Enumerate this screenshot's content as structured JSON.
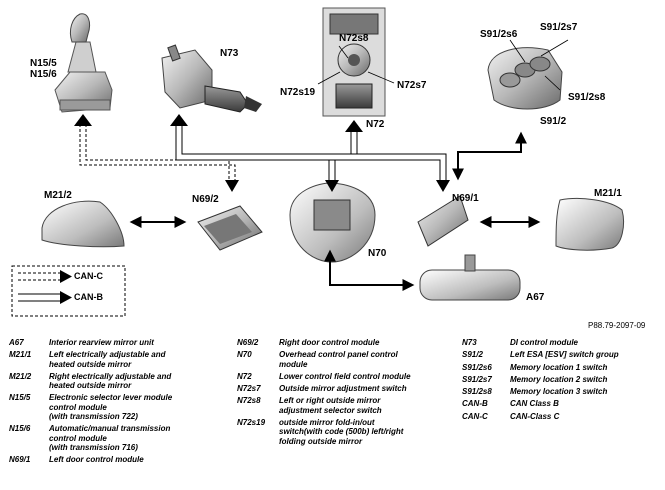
{
  "diagram": {
    "labels": {
      "n15": "N15/5\nN15/6",
      "n73": "N73",
      "n72s8": "N72s8",
      "n72s19": "N72s19",
      "n72s7": "N72s7",
      "n72": "N72",
      "s91_2s6": "S91/2s6",
      "s91_2s7": "S91/2s7",
      "s91_2s8": "S91/2s8",
      "s91_2": "S91/2",
      "m21_2": "M21/2",
      "n69_2": "N69/2",
      "n69_1": "N69/1",
      "m21_1": "M21/1",
      "n70": "N70",
      "a67": "A67"
    },
    "bus_legend": {
      "can_c": "CAN-C",
      "can_b": "CAN-B"
    },
    "figure_ref": "P88.79-2097-09"
  },
  "legend": {
    "col1": [
      {
        "code": "A67",
        "desc": "Interior rearview mirror unit"
      },
      {
        "code": "M21/1",
        "desc": "Left electrically adjustable and\nheated outside mirror"
      },
      {
        "code": "M21/2",
        "desc": "Right electrically adjustable and\nheated outside mirror"
      },
      {
        "code": "N15/5",
        "desc": "Electronic selector lever module\ncontrol module\n(with transmission 722)"
      },
      {
        "code": "N15/6",
        "desc": "Automatic/manual transmission\ncontrol module\n(with transmission 716)"
      },
      {
        "code": "N69/1",
        "desc": "Left door control module"
      }
    ],
    "col2": [
      {
        "code": "N69/2",
        "desc": "Right door control module"
      },
      {
        "code": "N70",
        "desc": "Overhead control panel control\nmodule"
      },
      {
        "code": "N72",
        "desc": "Lower control field control module"
      },
      {
        "code": "N72s7",
        "desc": "Outside mirror adjustment switch"
      },
      {
        "code": "N72s8",
        "desc": "Left or right outside mirror\nadjustment selector switch"
      },
      {
        "code": "N72s19",
        "desc": "outside mirror fold-in/out\nswitch(with code (500b) left/right\nfolding outside mirror"
      }
    ],
    "col3": [
      {
        "code": "N73",
        "desc": "DI control module"
      },
      {
        "code": "S91/2",
        "desc": "Left ESA [ESV] switch group"
      },
      {
        "code": "S91/2s6",
        "desc": "Memory location 1 switch"
      },
      {
        "code": "S91/2s7",
        "desc": "Memory location 2 switch"
      },
      {
        "code": "S91/2s8",
        "desc": "Memory location 3 switch"
      },
      {
        "code": "CAN-B",
        "desc": "CAN Class B"
      },
      {
        "code": "CAN-C",
        "desc": "CAN-Class C"
      }
    ]
  }
}
